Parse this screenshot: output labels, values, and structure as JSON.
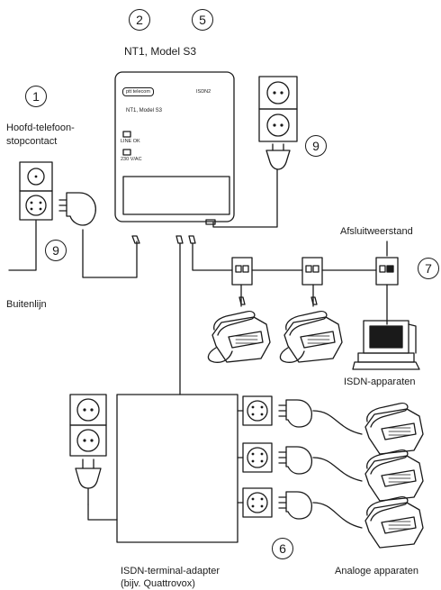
{
  "callouts": {
    "n1": "1",
    "n2": "2",
    "n5": "5",
    "n6": "6",
    "n7": "7",
    "n9a": "9",
    "n9b": "9"
  },
  "labels": {
    "nt1_title": "NT1, Model S3",
    "wall_socket_line1": "Hoofd-telefoon-",
    "wall_socket_line2": "stopcontact",
    "outside_line": "Buitenlijn",
    "terminator": "Afsluitweerstand",
    "isdn_devices": "ISDN-apparaten",
    "ta_line1": "ISDN-terminal-adapter",
    "ta_line2": "(bijv. Quattrovox)",
    "analog_devices": "Analoge apparaten"
  },
  "nt1_device": {
    "brand": "ptt telecom",
    "model": "NT1, Model S3",
    "port": "ISDN2",
    "led1": "LINE OK",
    "led2": "230 V/AC"
  }
}
